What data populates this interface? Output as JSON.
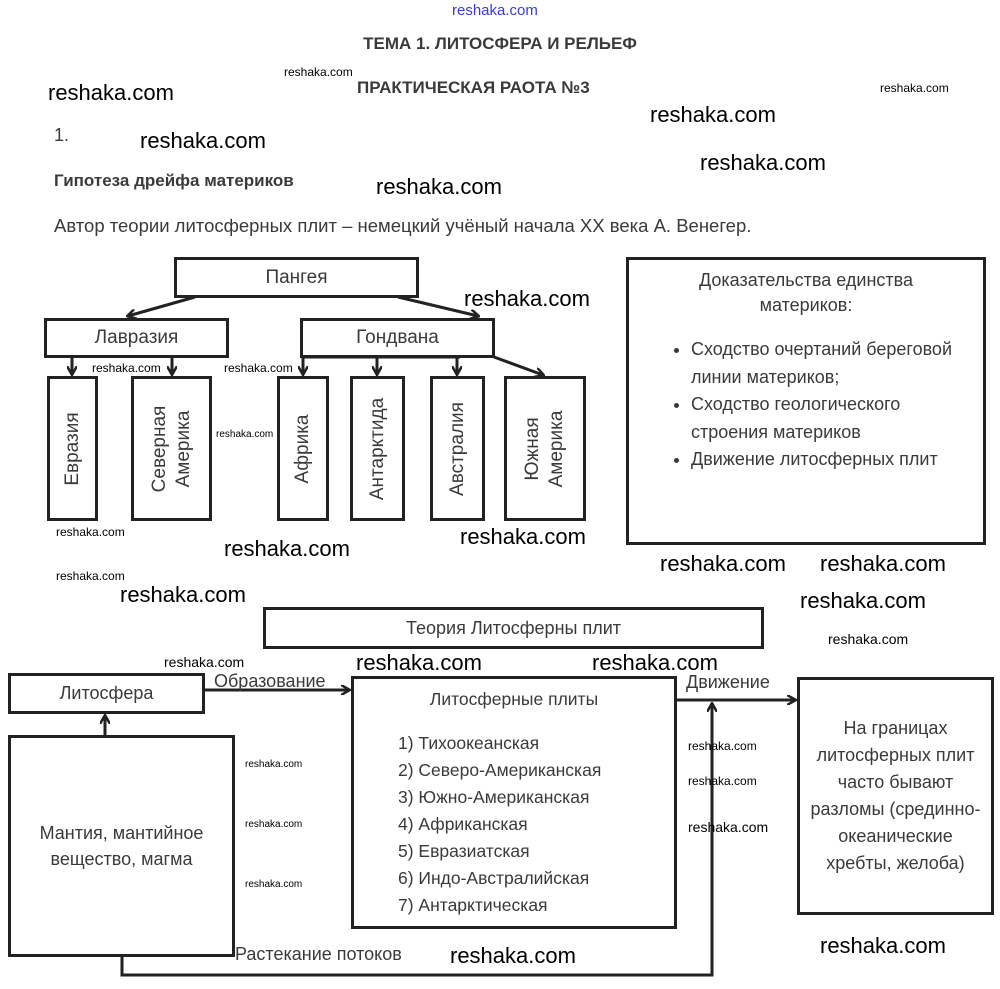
{
  "header": {
    "title": "ТЕМА 1. ЛИТОСФЕРА И РЕЛЬЕФ",
    "subtitle": "ПРАКТИЧЕСКАЯ РАОТА №3",
    "number": "1.",
    "section": "Гипотеза дрейфа материков",
    "author_line": "Автор теории литосферных плит – немецкий учёный начала XX века А. Венегер."
  },
  "diagram1": {
    "root": "Пангея",
    "branches": [
      {
        "label": "Лавразия",
        "children": [
          "Евразия",
          "Северная Америка"
        ]
      },
      {
        "label": "Гондвана",
        "children": [
          "Африка",
          "Антарктида",
          "Австралия",
          "Южная Америка"
        ]
      }
    ],
    "evidence": {
      "title": "Доказательства единства материков:",
      "items": [
        "Сходство очертаний береговой линии материков;",
        "Сходство геологического строения материков",
        "Движение литосферных плит"
      ]
    }
  },
  "diagram2": {
    "title": "Теория Литосферны плит",
    "lithosphere": "Литосфера",
    "mantle": "Мантия, мантийное вещество, магма",
    "formation": "Образование",
    "movement": "Движение",
    "spreading": "Растекание потоков",
    "plates_title": "Литосферные плиты",
    "plates": [
      "1) Тихоокеанская",
      "2) Северо-Американская",
      "3) Южно-Американская",
      "4) Африканская",
      "5) Евразиатская",
      "6) Индо-Австралийская",
      "7) Антарктическая"
    ],
    "boundaries": "На границах литосферных плит часто бывают разломы (срединно-океанические хребты, желоба)"
  },
  "watermark": "reshaka.com",
  "colors": {
    "top_watermark": "#3a3ae0",
    "lines": "#222222",
    "text": "#3a3a3a"
  }
}
